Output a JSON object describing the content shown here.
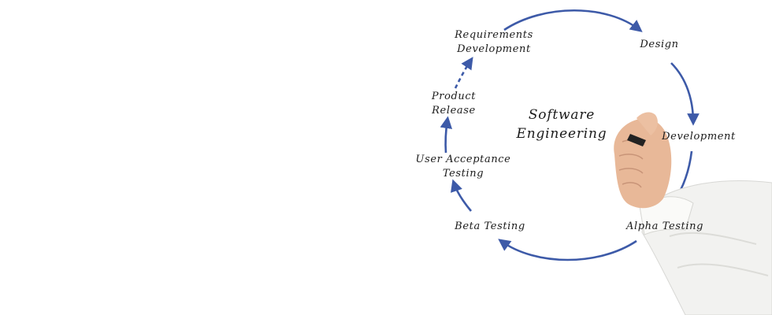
{
  "diagram": {
    "center_title": [
      "Software",
      "Engineering"
    ],
    "nodes": {
      "requirements": [
        "Requirements",
        "Development"
      ],
      "design": "Design",
      "development": "Development",
      "alpha": "Alpha Testing",
      "beta": "Beta Testing",
      "uat": [
        "User Acceptance",
        "Testing"
      ],
      "release": [
        "Product",
        "Release"
      ]
    }
  },
  "colors": {
    "arrow": "#3d5aa8",
    "text": "#1b1b1b",
    "sleeve": "#f2f2f0",
    "skin": "#e8b898",
    "marker": "#222222"
  }
}
